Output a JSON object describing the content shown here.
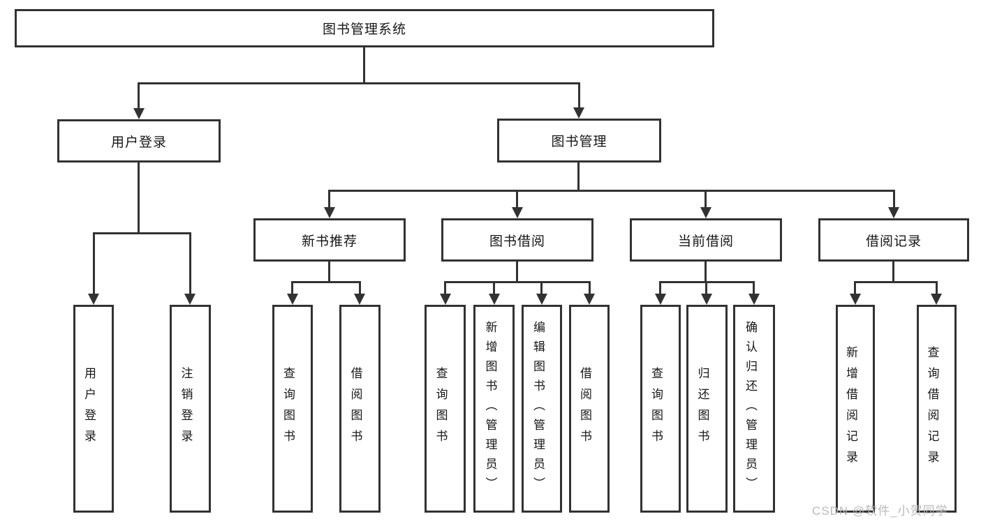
{
  "tree": {
    "label": "图书管理系统",
    "children": [
      {
        "label": "用户登录",
        "children": [
          {
            "label": "用户登录"
          },
          {
            "label": "注销登录"
          }
        ]
      },
      {
        "label": "图书管理",
        "children": [
          {
            "label": "新书推荐",
            "children": [
              {
                "label": "查询图书"
              },
              {
                "label": "借阅图书"
              }
            ]
          },
          {
            "label": "图书借阅",
            "children": [
              {
                "label": "查询图书"
              },
              {
                "label": "新增图书（管理员）"
              },
              {
                "label": "编辑图书（管理员）"
              },
              {
                "label": "借阅图书"
              }
            ]
          },
          {
            "label": "当前借阅",
            "children": [
              {
                "label": "查询图书"
              },
              {
                "label": "归还图书"
              },
              {
                "label": "确认归还（管理员）"
              }
            ]
          },
          {
            "label": "借阅记录",
            "children": [
              {
                "label": "新增借阅记录"
              },
              {
                "label": "查询借阅记录"
              }
            ]
          }
        ]
      }
    ]
  },
  "watermark": {
    "text": "CSDN @软件_小贺同学"
  },
  "colors": {
    "line": "#323232",
    "box_border": "#323232",
    "text": "#161616",
    "watermark": "#b6b6b6",
    "background": "#ffffff"
  }
}
